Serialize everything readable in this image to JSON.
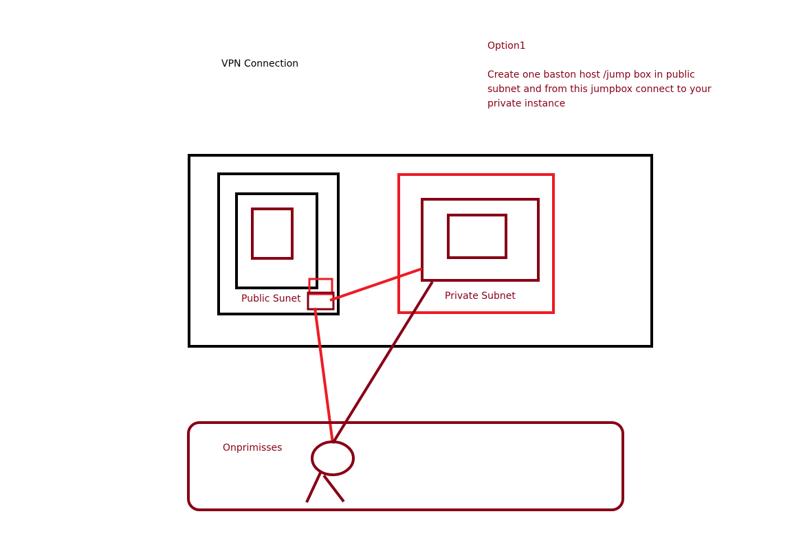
{
  "labels": {
    "vpn_connection": "VPN Connection",
    "option_title": "Option1",
    "option_description_lines": [
      "Create one baston host /jump box in public",
      "subnet and from this jumpbox connect to your",
      "private instance"
    ],
    "public_subnet": "Public Sunet",
    "private_subnet": "Private Subnet",
    "on_premises": "Onprimisses"
  },
  "colors": {
    "black": "#000000",
    "dark_red": "#880015",
    "bright_red": "#ed1c24"
  }
}
